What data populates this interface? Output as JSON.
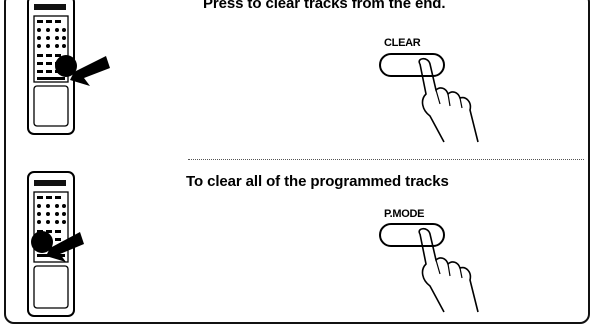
{
  "section_clear": {
    "heading": "Press to clear tracks from the end.",
    "button_label": "CLEAR"
  },
  "section_clear_all": {
    "heading": "To clear all of the programmed tracks",
    "button_label": "P.MODE"
  }
}
